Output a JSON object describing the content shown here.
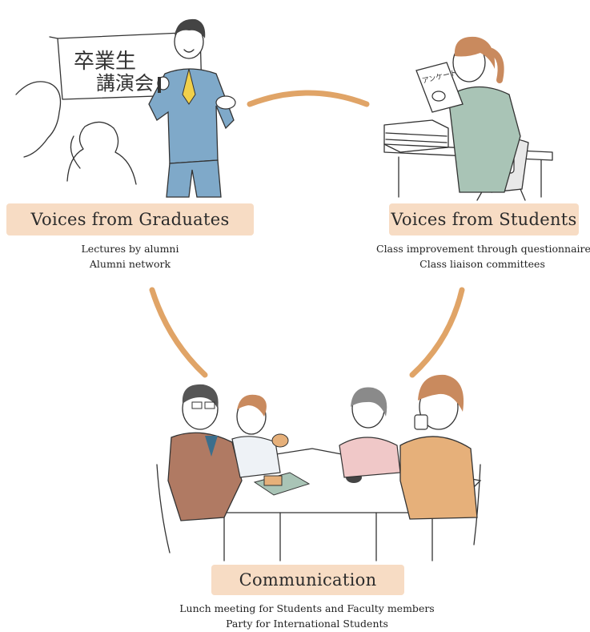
{
  "nodes": {
    "graduates": {
      "title": "Voices from Graduates",
      "lines": [
        "Lectures by alumni",
        "Alumni network"
      ],
      "banner_text": "卒業生 講演会"
    },
    "students": {
      "title": "Voices from Students",
      "lines": [
        "Class improvement through questionnaires",
        "Class liaison committees"
      ],
      "paper_text": "アンケート"
    },
    "communication": {
      "title": "Communication",
      "lines": [
        "Lunch meeting for Students and Faculty members",
        "Party for International Students"
      ]
    }
  },
  "colors": {
    "arc": "#e0a467",
    "label_bg": "#f7dcc4",
    "suit_blue": "#7fa9c9",
    "student_green": "#a9c4b6",
    "brown_jacket": "#b07a63",
    "orange_jacket": "#e6b07a",
    "pink_top": "#f0c8c8"
  }
}
